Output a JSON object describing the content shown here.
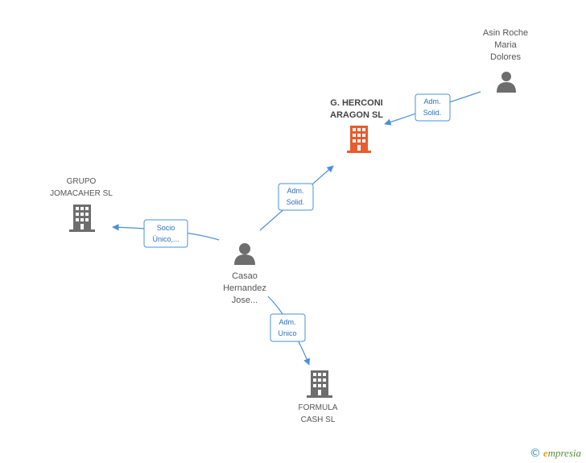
{
  "nodes": {
    "asin": {
      "lines": [
        "Asin Roche",
        "Maria",
        "Dolores"
      ],
      "kind": "person"
    },
    "herconi": {
      "lines": [
        "G. HERCONI",
        "ARAGON SL"
      ],
      "kind": "company-focus"
    },
    "grupo": {
      "lines": [
        "GRUPO",
        "JOMACAHER SL"
      ],
      "kind": "company"
    },
    "casao": {
      "lines": [
        "Casao",
        "Hernandez",
        "Jose..."
      ],
      "kind": "person"
    },
    "formula": {
      "lines": [
        "FORMULA",
        "CASH SL"
      ],
      "kind": "company"
    }
  },
  "edges": {
    "asin_herconi": {
      "lines": [
        "Adm.",
        "Solid."
      ]
    },
    "casao_herconi": {
      "lines": [
        "Adm.",
        "Solid."
      ]
    },
    "casao_grupo": {
      "lines": [
        "Socio",
        "Único,..."
      ]
    },
    "casao_formula": {
      "lines": [
        "Adm.",
        "Unico"
      ]
    }
  },
  "colors": {
    "person": "#6d6d6d",
    "company": "#6d6d6d",
    "company_focus": "#e85c2e",
    "edge": "#4a90d9"
  },
  "footer": {
    "copyright_symbol": "©",
    "brand_initial": "e",
    "brand_rest": "mpresia"
  }
}
